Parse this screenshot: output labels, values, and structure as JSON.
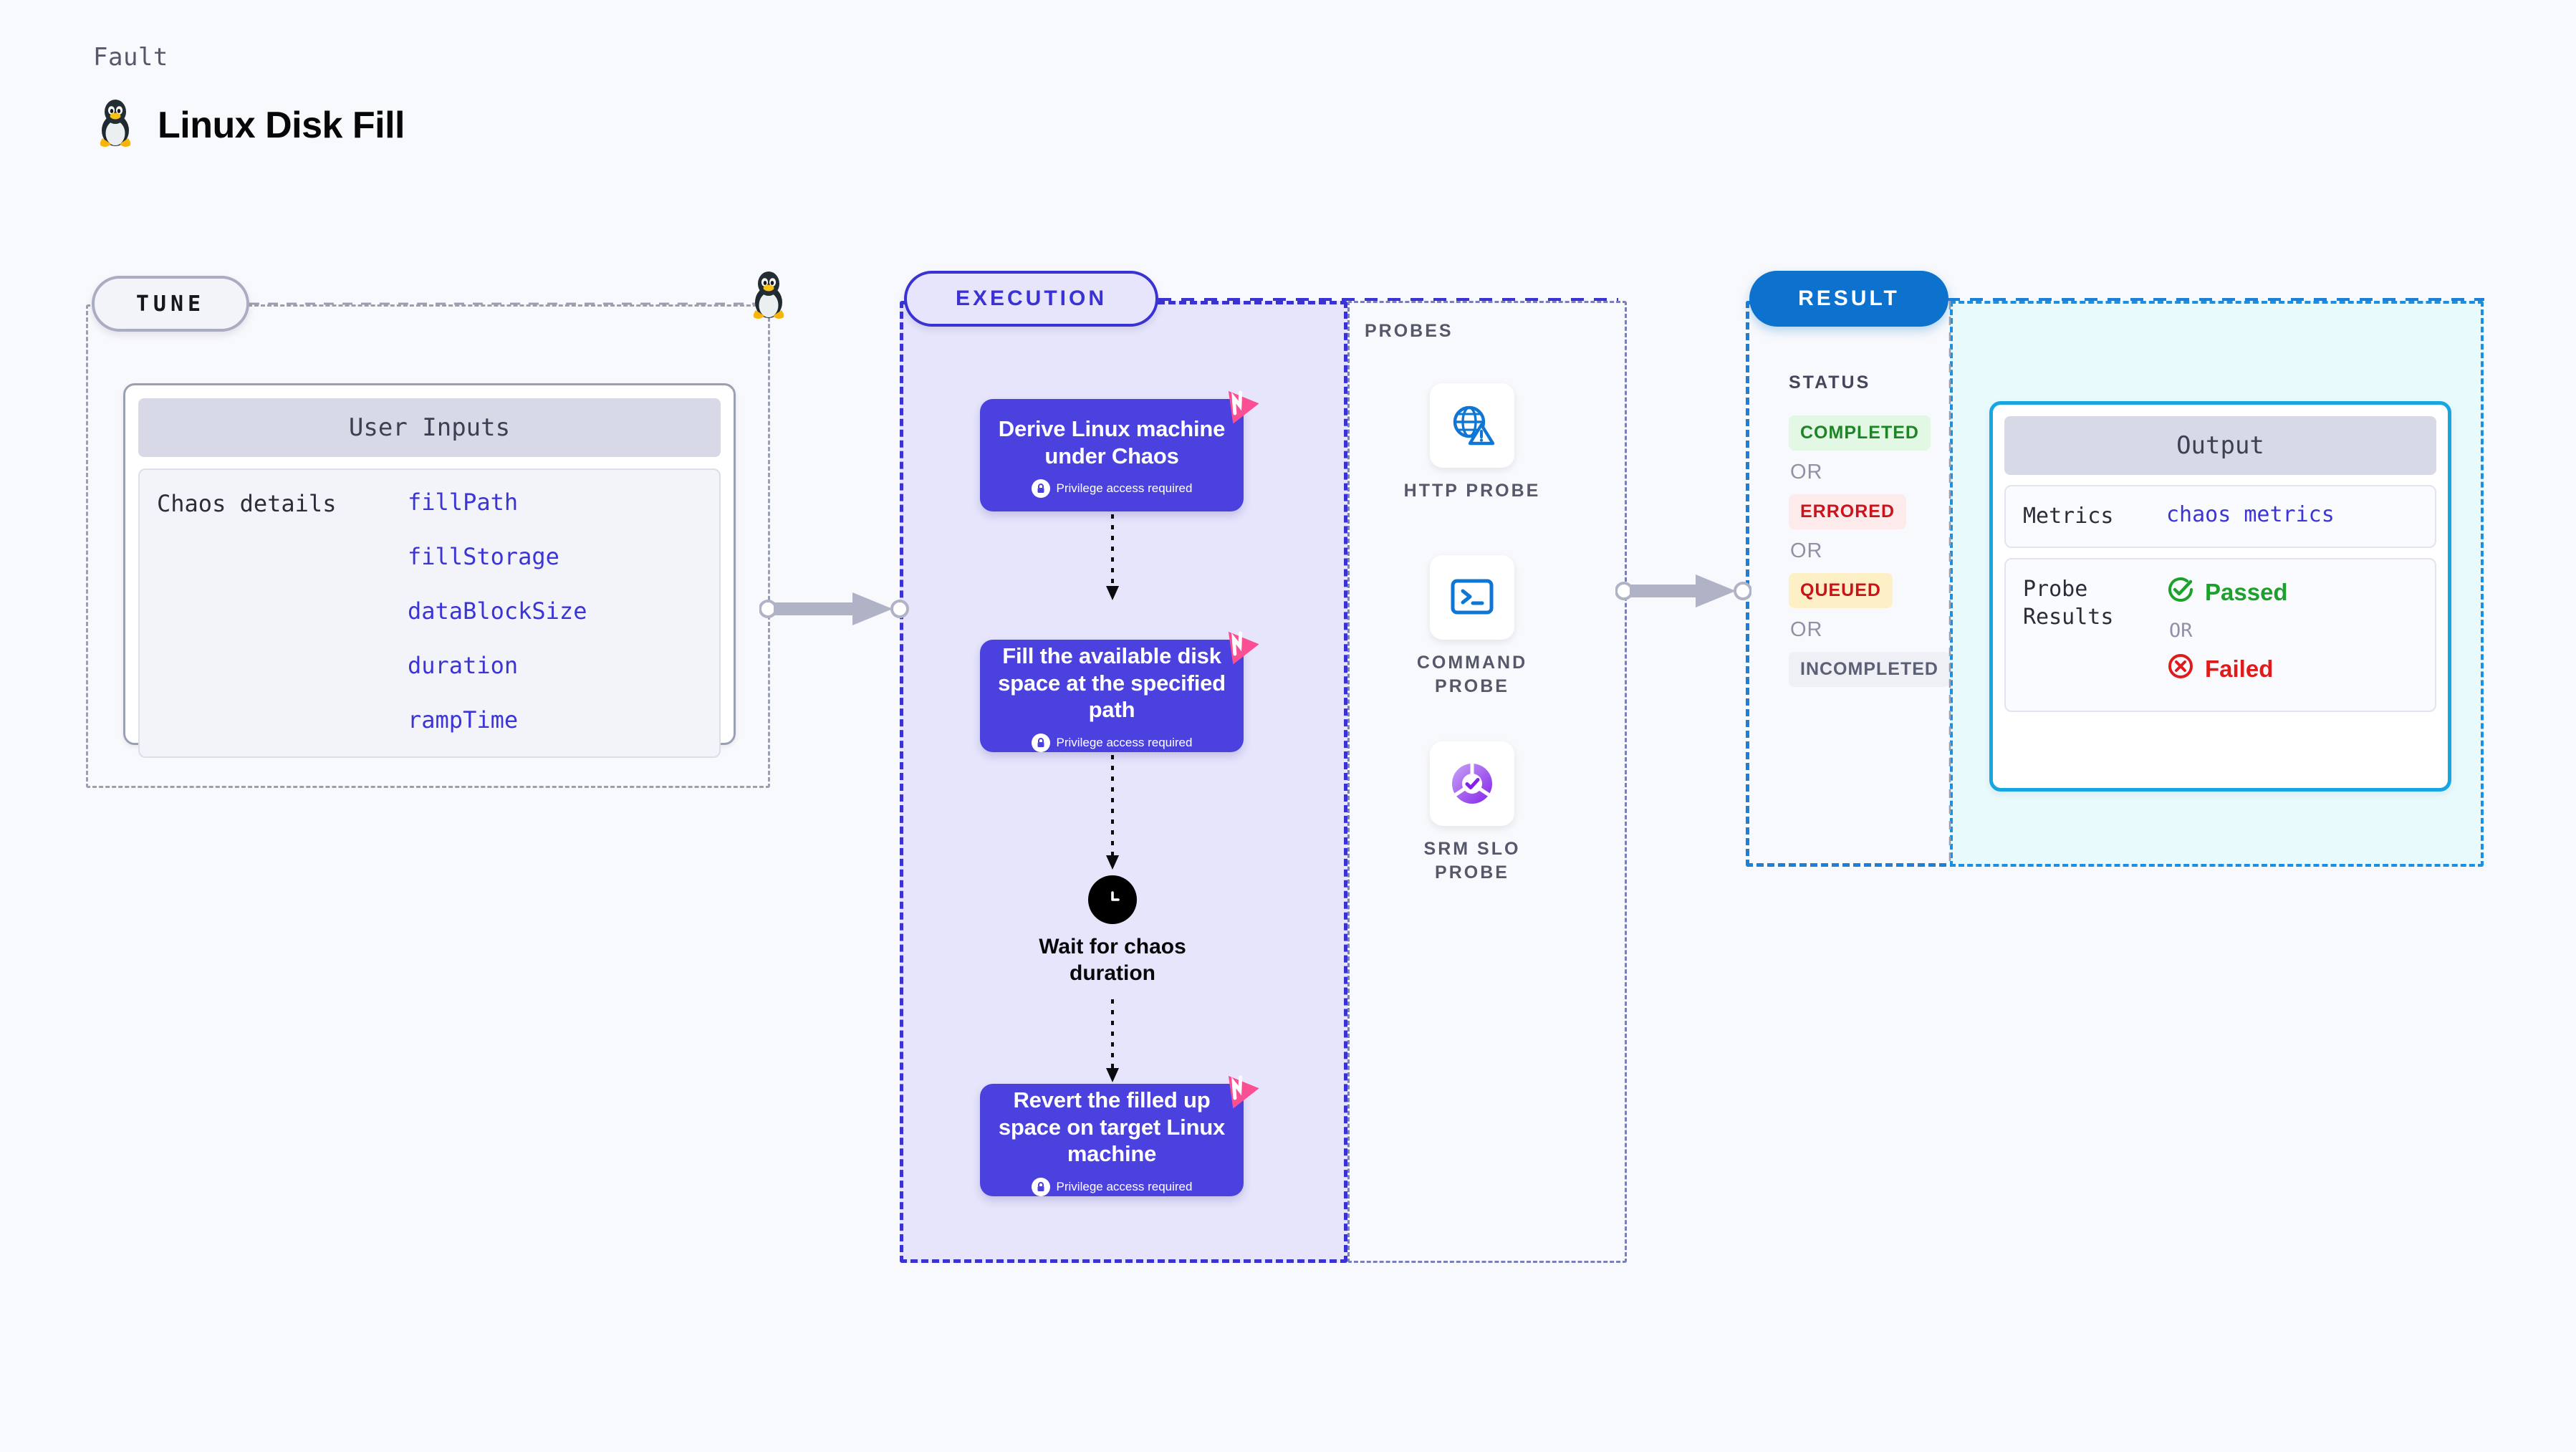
{
  "header": {
    "eyebrow": "Fault",
    "title": "Linux Disk Fill",
    "icon": "linux-penguin-icon"
  },
  "tune": {
    "badge": "TUNE",
    "card_title": "User Inputs",
    "group_label": "Chaos details",
    "params": [
      "fillPath",
      "fillStorage",
      "dataBlockSize",
      "duration",
      "rampTime"
    ]
  },
  "execution": {
    "badge": "EXECUTION",
    "privilege_note": "Privilege access required",
    "blocks": [
      {
        "title": "Derive Linux machine under Chaos",
        "privileged": true,
        "badge_icon": "litmus-logo-icon"
      },
      {
        "title": "Fill the available disk space at the specified path",
        "privileged": true,
        "badge_icon": "litmus-logo-icon"
      },
      {
        "title": "Revert the filled up space on target Linux machine",
        "privileged": true,
        "badge_icon": "litmus-logo-icon"
      }
    ],
    "wait_node": {
      "label": "Wait for chaos duration",
      "icon": "clock-icon"
    }
  },
  "probes": {
    "title": "PROBES",
    "items": [
      {
        "label": "HTTP PROBE",
        "icon": "globe-warning-icon"
      },
      {
        "label": "COMMAND PROBE",
        "icon": "terminal-icon"
      },
      {
        "label": "SRM SLO PROBE",
        "icon": "slo-donut-check-icon"
      }
    ]
  },
  "result": {
    "badge": "RESULT",
    "status_title": "STATUS",
    "or_label": "OR",
    "statuses": [
      {
        "label": "COMPLETED",
        "text_color": "#1e8526",
        "bg_color": "#e3f7e5"
      },
      {
        "label": "ERRORED",
        "text_color": "#c9141b",
        "bg_color": "#fdeaea"
      },
      {
        "label": "QUEUED",
        "text_color": "#c9141b",
        "bg_color": "#fdf0c7"
      },
      {
        "label": "INCOMPLETED",
        "text_color": "#5c6076",
        "bg_color": "#eef0f6"
      }
    ]
  },
  "output": {
    "card_title": "Output",
    "metrics_key": "Metrics",
    "metrics_value": "chaos metrics",
    "probe_results_key": "Probe Results",
    "passed_label": "Passed",
    "failed_label": "Failed",
    "or_label": "OR",
    "passed_color": "#1ba12c",
    "failed_color": "#e01b1b"
  },
  "colors": {
    "execution_fill": "#e6e5fb",
    "execution_border": "#3b32d4",
    "execution_block": "#4b41df",
    "result_border": "#1d7fd6",
    "output_fill": "#e9fafd",
    "output_border": "#17a6e0",
    "tune_border": "#9aa0b0",
    "litmus_pink": "#fb4f93",
    "param_blue": "#3c35d6"
  }
}
